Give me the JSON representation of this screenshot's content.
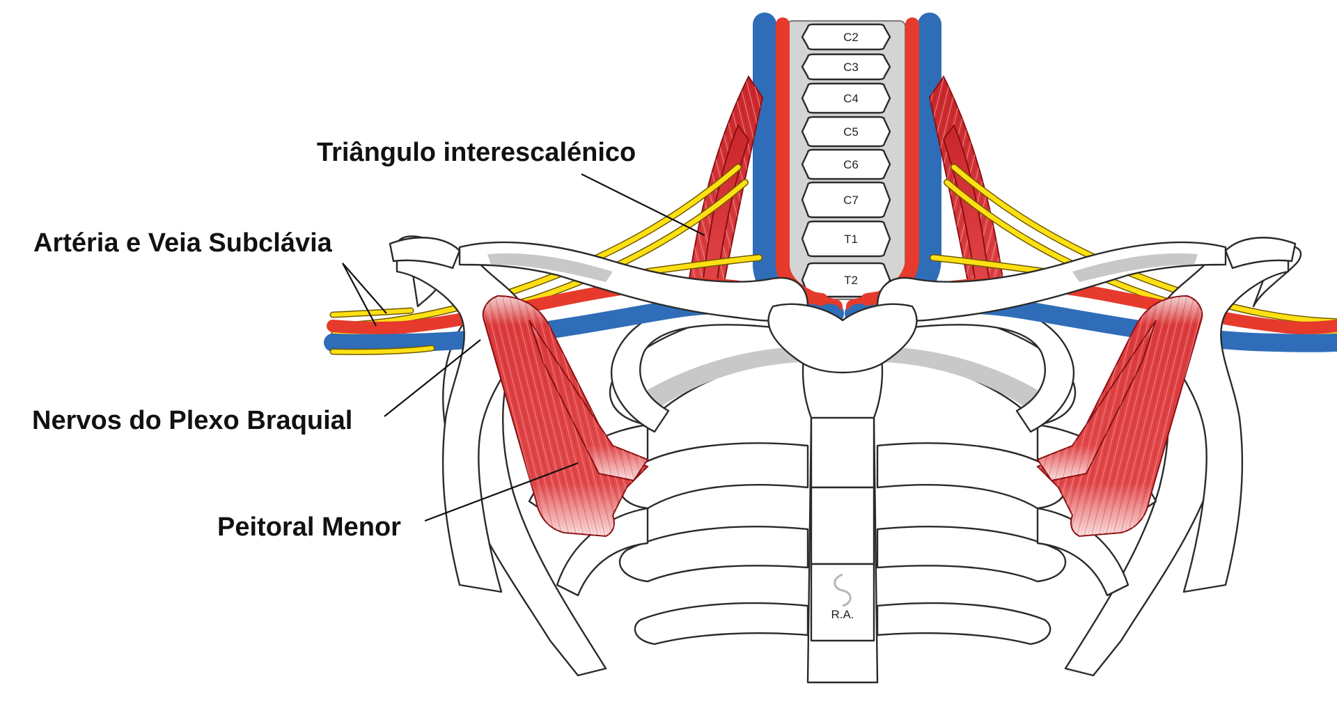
{
  "labels": {
    "interscalene": "Triângulo interescalénico",
    "subclavian": "Artéria e Veia Subclávia",
    "brachial_plexus": "Nervos do Plexo Braquial",
    "pectoralis_minor": "Peitoral Menor"
  },
  "vertebrae": [
    "C2",
    "C3",
    "C4",
    "C5",
    "C6",
    "C7",
    "T1",
    "T2"
  ],
  "signature": "R.A.",
  "colors": {
    "artery": "#e63a2c",
    "vein": "#2f6db8",
    "nerve": "#ffe014",
    "muscle": "#e0484a",
    "bone": "#ffffff"
  }
}
